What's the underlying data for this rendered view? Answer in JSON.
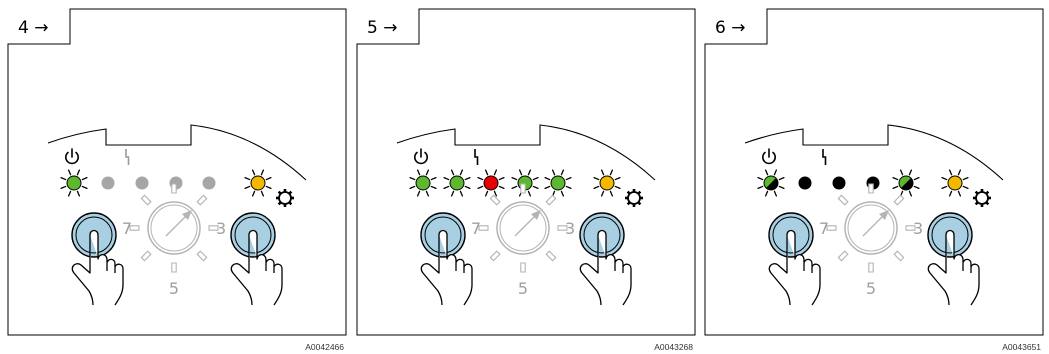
{
  "colors": {
    "green": "#5cb82e",
    "red": "#e60000",
    "yellow": "#f4b800",
    "grey": "#a6a6a6",
    "off": "#000000",
    "button_fill": "#a9cfe3",
    "dial_stroke": "#b4b4b4"
  },
  "panels": [
    {
      "step": "4 →",
      "code": "A0042466",
      "leds": [
        "green",
        "grey",
        "grey",
        "grey",
        "grey"
      ],
      "leds_lit": [
        true,
        false,
        false,
        false,
        false
      ],
      "fault_symbol_color": "grey",
      "dial_labels": [
        "7",
        "3",
        "5"
      ],
      "dial_color": "grey",
      "status_led": "yellow"
    },
    {
      "step": "5 →",
      "code": "A0043268",
      "leds": [
        "green",
        "green",
        "red",
        "green",
        "green"
      ],
      "leds_lit": [
        true,
        true,
        true,
        true,
        true
      ],
      "fault_symbol_color": "black",
      "dial_labels": [
        "7",
        "3",
        "5"
      ],
      "dial_color": "grey",
      "status_led": "yellow"
    },
    {
      "step": "6 →",
      "code": "A0043651",
      "leds": [
        "half",
        "off",
        "off",
        "off",
        "half"
      ],
      "leds_lit": [
        true,
        false,
        false,
        false,
        true
      ],
      "fault_symbol_color": "black",
      "dial_labels": [
        "7",
        "3",
        "5"
      ],
      "dial_color": "grey",
      "status_led": "yellow"
    }
  ]
}
